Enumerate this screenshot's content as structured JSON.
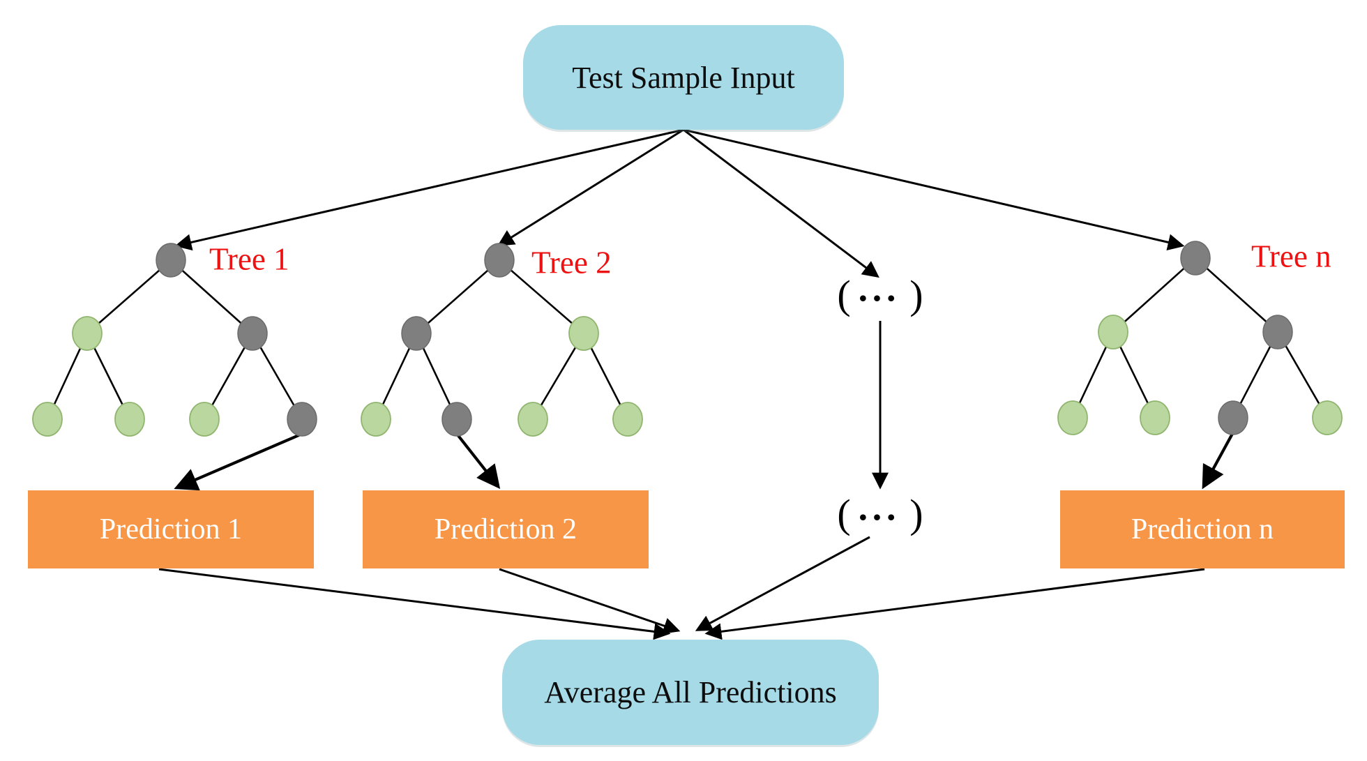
{
  "diagram": {
    "input_label": "Test Sample Input",
    "output_label": "Average All Predictions",
    "ellipsis": {
      "open": "(",
      "dots": "•••",
      "close": ")"
    },
    "trees": [
      {
        "label": "Tree 1",
        "prediction_label": "Prediction 1",
        "root": "gray",
        "level2": [
          "green",
          "gray"
        ],
        "level3": [
          "green",
          "green",
          "green",
          "gray"
        ],
        "prediction_source": "level3-node-4"
      },
      {
        "label": "Tree 2",
        "prediction_label": "Prediction 2",
        "root": "gray",
        "level2": [
          "gray",
          "green"
        ],
        "level3": [
          "green",
          "gray",
          "green",
          "green"
        ],
        "prediction_source": "level3-node-2"
      },
      {
        "label": "Tree n",
        "prediction_label": "Prediction n",
        "root": "gray",
        "level2": [
          "green",
          "gray"
        ],
        "level3": [
          "green",
          "green",
          "gray",
          "green"
        ],
        "prediction_source": "level3-node-3"
      }
    ],
    "colors": {
      "terminal_box_fill": "#A5DAE6",
      "prediction_box_fill": "#F79646",
      "prediction_text": "#FFFFFF",
      "tree_label": "#EE1111",
      "node_gray": "#7F7F7F",
      "node_green": "#BAD7A0",
      "node_green_stroke": "#90B56E",
      "arrow": "#000000"
    }
  }
}
